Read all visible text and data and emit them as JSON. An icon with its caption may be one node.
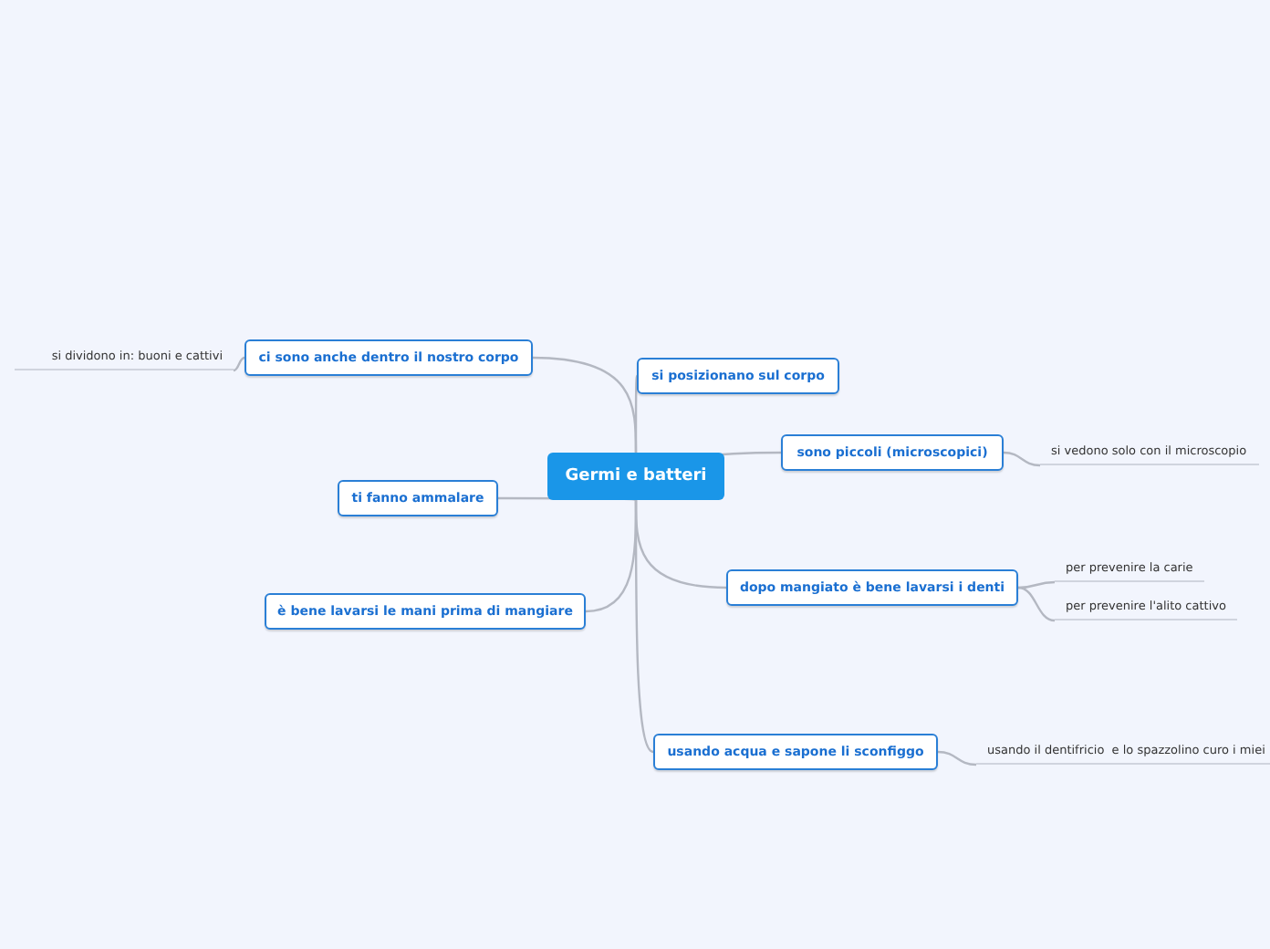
{
  "diagram": {
    "nodes": [
      {
        "text": [
          "Germi e batteri"
        ]
      },
      {
        "text": [
          "ci sono anche dentro il nostro corpo"
        ]
      },
      {
        "text": [
          "si dividono in: buoni e cattivi"
        ]
      },
      {
        "text": [
          "si posizionano sul corpo"
        ]
      },
      {
        "text": [
          "sono piccoli (microscopici)"
        ]
      },
      {
        "text": [
          "si vedono solo con il microscopio"
        ]
      },
      {
        "text": [
          "ti fanno ammalare"
        ]
      },
      {
        "text": [
          "dopo mangiato è bene lavarsi i denti"
        ]
      },
      {
        "text": [
          "per prevenire la carie"
        ]
      },
      {
        "text": [
          "per prevenire l'alito cattivo"
        ]
      },
      {
        "text": [
          "è bene lavarsi le mani prima di mangiare"
        ]
      },
      {
        "text": [
          "usando acqua e sapone li sconfiggo"
        ]
      },
      {
        "text": [
          "usando il dentifricio  e lo spazzolino curo i miei"
        ]
      }
    ],
    "edges": [
      {
        "from": 0,
        "to": 1,
        "arrow": "none"
      },
      {
        "from": 1,
        "to": 2,
        "arrow": "none"
      },
      {
        "from": 0,
        "to": 3,
        "arrow": "none"
      },
      {
        "from": 0,
        "to": 4,
        "arrow": "none"
      },
      {
        "from": 4,
        "to": 5,
        "arrow": "none"
      },
      {
        "from": 0,
        "to": 6,
        "arrow": "none"
      },
      {
        "from": 0,
        "to": 7,
        "arrow": "none"
      },
      {
        "from": 7,
        "to": 8,
        "arrow": "none"
      },
      {
        "from": 7,
        "to": 9,
        "arrow": "none"
      },
      {
        "from": 0,
        "to": 10,
        "arrow": "none"
      },
      {
        "from": 0,
        "to": 11,
        "arrow": "none"
      },
      {
        "from": 11,
        "to": 12,
        "arrow": "none"
      }
    ]
  }
}
